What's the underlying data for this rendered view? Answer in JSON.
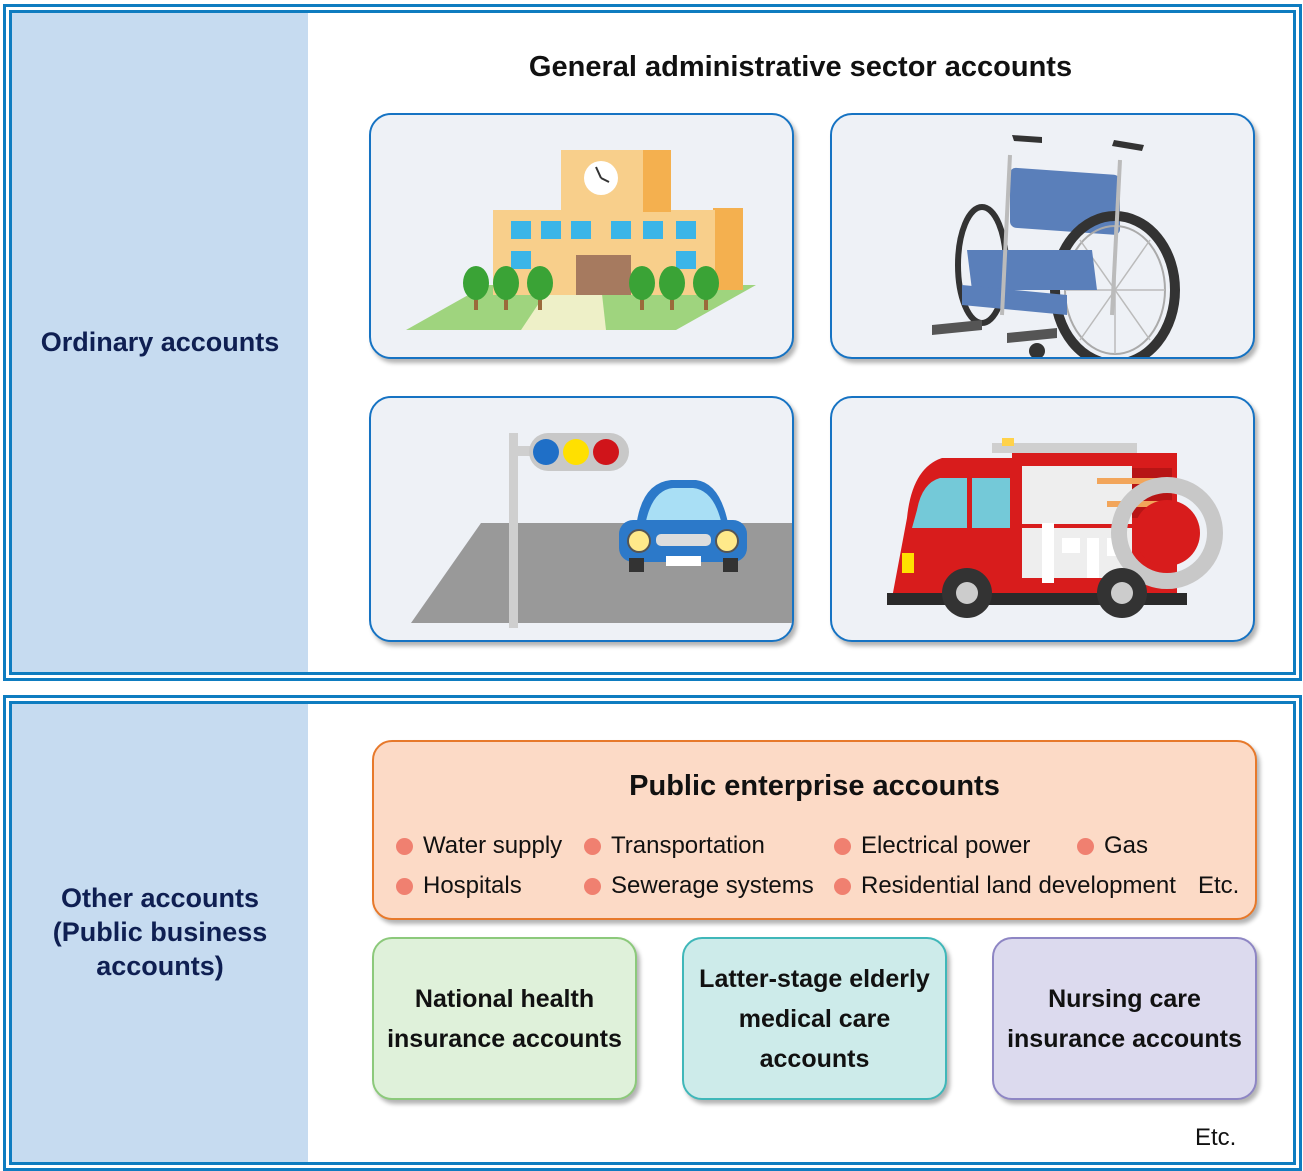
{
  "ordinary": {
    "label": "Ordinary accounts",
    "heading": "General administrative sector accounts",
    "illustrations": [
      "school-building-icon",
      "wheelchair-icon",
      "traffic-signal-car-icon",
      "fire-engine-icon"
    ]
  },
  "other": {
    "label_line1": "Other accounts",
    "label_line2": "(Public business",
    "label_line3": "accounts)",
    "public_enterprise": {
      "title": "Public enterprise accounts",
      "items": [
        "Water supply",
        "Transportation",
        "Electrical power",
        "Gas",
        "Hospitals",
        "Sewerage systems",
        "Residential land development"
      ],
      "etc": "Etc."
    },
    "accounts": [
      {
        "line1": "National health",
        "line2": "insurance accounts",
        "line3": ""
      },
      {
        "line1": "Latter-stage elderly",
        "line2": "medical care",
        "line3": "accounts"
      },
      {
        "line1": "Nursing care",
        "line2": "insurance accounts",
        "line3": ""
      }
    ],
    "etc": "Etc."
  },
  "colors": {
    "frame": "#0e7cc0",
    "side_panel": "#c6dbf0",
    "public_enterprise_fill": "#fcdac6",
    "public_enterprise_border": "#e7792b",
    "national_health_fill": "#dff1da",
    "elderly_fill": "#cdebea",
    "nursing_fill": "#dcdaee"
  }
}
